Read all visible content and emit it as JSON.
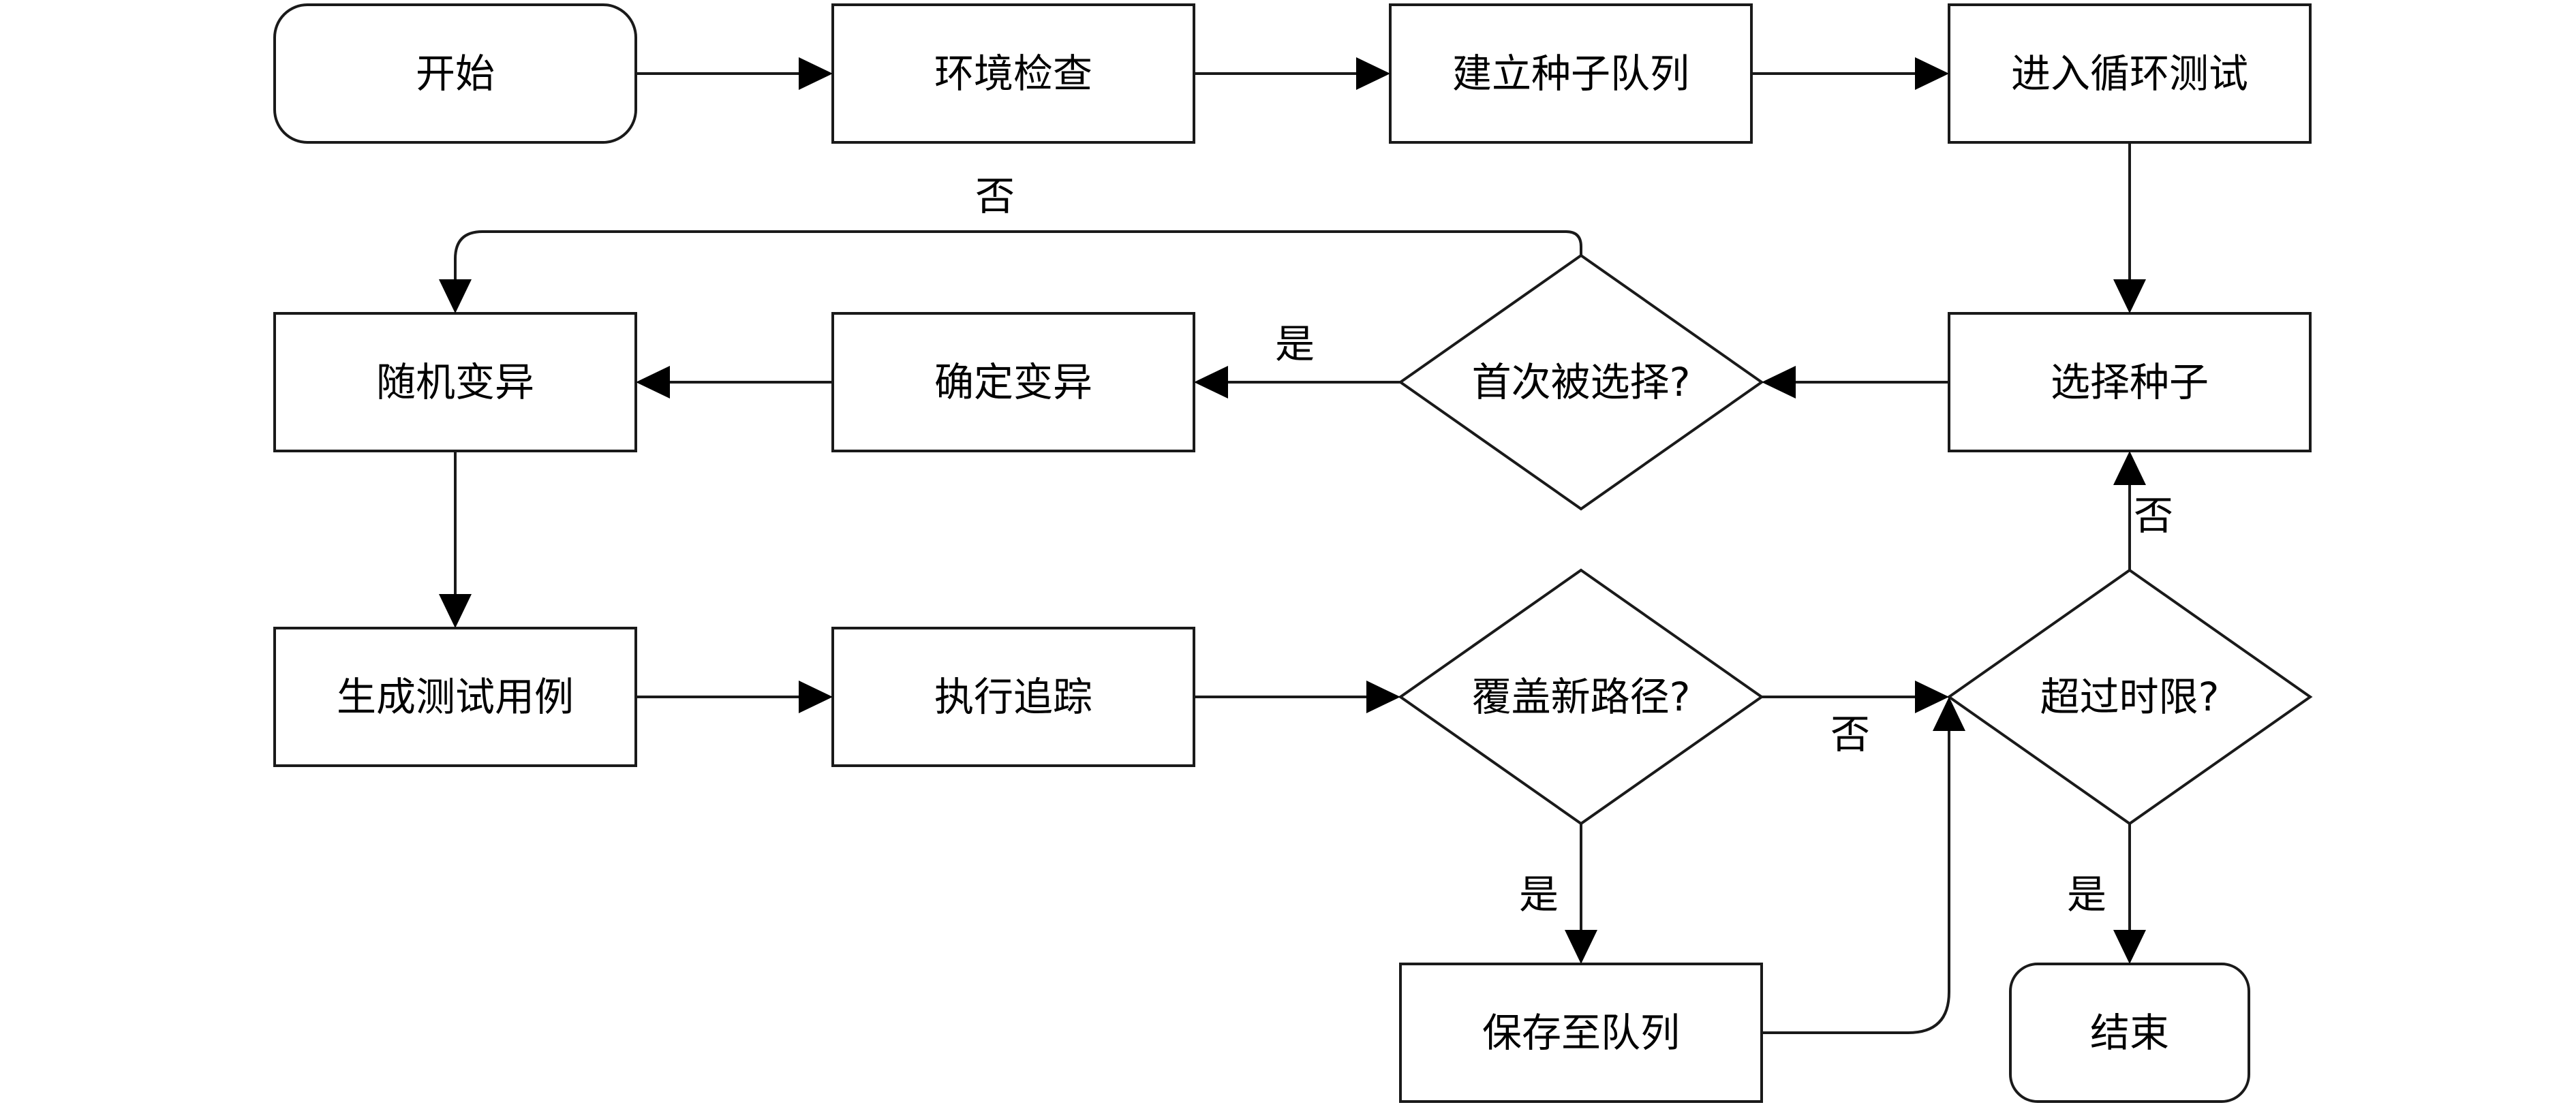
{
  "nodes": {
    "start": "开始",
    "env_check": "环境检查",
    "build_queue": "建立种子队列",
    "enter_loop": "进入循环测试",
    "select_seed": "选择种子",
    "first_selected": "首次被选择?",
    "deterministic_mutation": "确定变异",
    "random_mutation": "随机变异",
    "generate_test": "生成测试用例",
    "execute_trace": "执行追踪",
    "new_path": "覆盖新路径?",
    "timeout": "超过时限?",
    "save_queue": "保存至队列",
    "end": "结束"
  },
  "edge_labels": {
    "first_selected_no": "否",
    "first_selected_yes": "是",
    "timeout_no": "否",
    "new_path_no": "否",
    "new_path_yes": "是",
    "timeout_yes": "是"
  },
  "colors": {
    "stroke": "#1a1a1a",
    "fill": "#ffffff",
    "text": "#000000"
  }
}
